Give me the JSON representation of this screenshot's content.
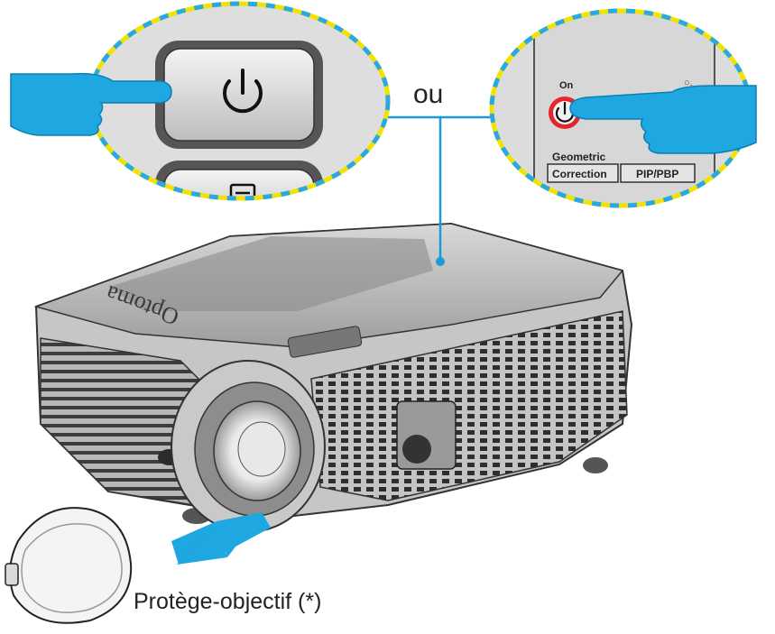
{
  "labels": {
    "or": "ou",
    "lens_cap": "Protège-objectif (*)",
    "brand": "Optoma"
  },
  "remote": {
    "on_label": "On",
    "geometric_label": "Geometric",
    "correction_label": "Correction",
    "pip_label": "PIP/PBP"
  },
  "icons": {
    "power_keypad": "power-icon",
    "menu_keypad": "menu-icon",
    "power_remote": "power-icon",
    "pointing_hand": "pointing-hand-icon",
    "arrow": "arrow-icon"
  },
  "colors": {
    "hand": "#1ea7e1",
    "callout_border": "#f2e200",
    "callout_border_alt": "#2aa9e0",
    "callout_fill": "#e6e6e6",
    "remote_power_ring": "#e3262c"
  }
}
